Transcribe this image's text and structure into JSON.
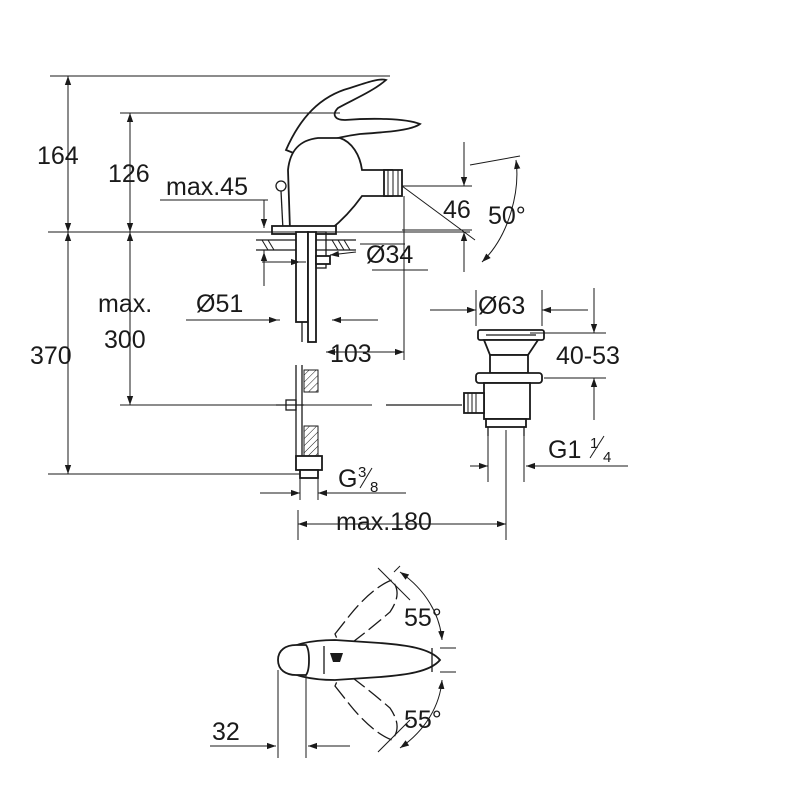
{
  "dimensions": {
    "d164": "164",
    "d126": "126",
    "max45": "max.45",
    "d46": "46",
    "angle50": "50°",
    "dia34": "Ø34",
    "dia51": "Ø51",
    "max_label": "max.",
    "d300": "300",
    "d370": "370",
    "d103": "103",
    "dia63": "Ø63",
    "range4053": "40-53",
    "g38_main": "G",
    "g38_num": "3",
    "g38_den": "8",
    "g114_main": "G1",
    "g114_num": "1",
    "g114_den": "4",
    "max180": "max.180",
    "angle55_top": "55°",
    "angle55_bottom": "55°",
    "d32": "32"
  }
}
